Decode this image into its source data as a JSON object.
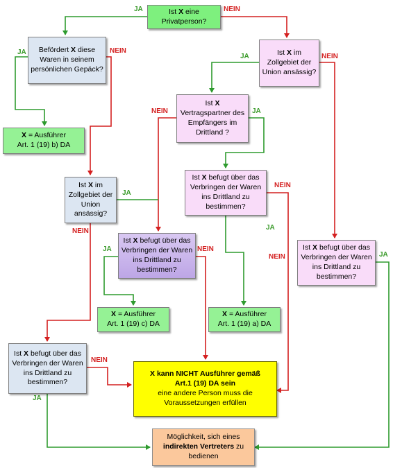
{
  "boxes": {
    "q_privatperson": {
      "pre": "Ist ",
      "x": "X",
      "post": " eine Privatperson?"
    },
    "q_befoerdert": {
      "pre": "Befördert ",
      "x": "X",
      "post": " diese Waren in seinem persönlichen Gepäck?"
    },
    "q_zollgebiet_right": {
      "pre": "Ist ",
      "x": "X",
      "post": " im Zollgebiet der Union ansässig?"
    },
    "r_19b": {
      "x": "X",
      "line1": " = Ausführer",
      "line2": "Art. 1 (19) b) DA"
    },
    "q_vertragspartner": {
      "pre": "Ist ",
      "x": "X",
      "post": " Vertragspartner des Empfängers im Drittland ?"
    },
    "q_befugt_mid": {
      "pre": "Ist ",
      "x": "X",
      "post": " befugt über das Verbringen der Waren ins Drittland zu bestimmen?"
    },
    "q_zollgebiet_left": {
      "pre": "Ist ",
      "x": "X",
      "post": " im Zollgebiet der Union ansässig?"
    },
    "q_befugt_purple": {
      "pre": "Ist ",
      "x": "X",
      "post": " befugt über das Verbringen der Waren ins Drittland zu bestimmen?"
    },
    "q_befugt_right": {
      "pre": "Ist ",
      "x": "X",
      "post": " befugt über das Verbringen der Waren ins Drittland zu bestimmen?"
    },
    "r_19c": {
      "x": "X",
      "line1": " = Ausführer",
      "line2": "Art. 1 (19) c) DA"
    },
    "r_19a": {
      "x": "X",
      "line1": " = Ausführer",
      "line2": "Art. 1 (19) a) DA"
    },
    "q_befugt_left": {
      "pre": "Ist ",
      "x": "X",
      "post": " befugt über das Verbringen der Waren ins Drittland zu bestimmen?"
    },
    "r_nicht": {
      "bold": "X kann NICHT Ausführer gemäß Art.1 (19) DA sein",
      "normal": "eine andere Person muss die Voraussetzungen erfüllen"
    },
    "r_vertreter": {
      "pre": "Möglichkeit, sich eines ",
      "bold": "indirekten Vertreters",
      "post": " zu bedienen"
    }
  },
  "labels": {
    "ja": "JA",
    "nein": "NEIN"
  },
  "colors": {
    "ja_arrow": "#2e9b2e",
    "nein_arrow": "#d42020"
  }
}
